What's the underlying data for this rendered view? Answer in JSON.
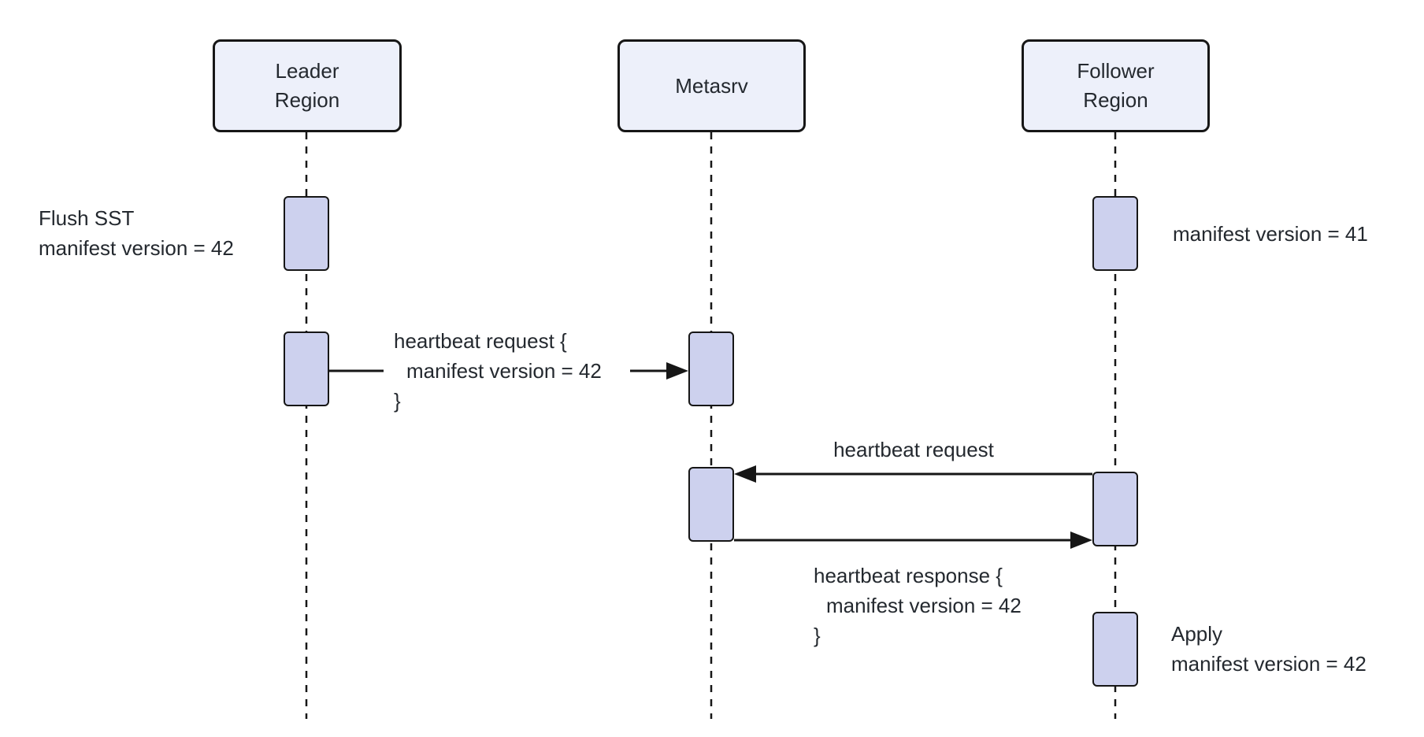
{
  "diagram_type": "sequence",
  "participants": [
    {
      "name": "Leader Region",
      "lines": [
        "Leader",
        "Region"
      ]
    },
    {
      "name": "Metasrv",
      "lines": [
        "Metasrv"
      ]
    },
    {
      "name": "Follower Region",
      "lines": [
        "Follower",
        "Region"
      ]
    }
  ],
  "annotations": {
    "leader_flush": {
      "lines": [
        "Flush SST",
        "manifest version = 42"
      ]
    },
    "follower_manifest": {
      "lines": [
        "manifest version = 41"
      ]
    },
    "follower_apply": {
      "lines": [
        "Apply",
        "manifest version = 42"
      ]
    }
  },
  "messages": {
    "leader_to_metasrv": {
      "from": "Leader Region",
      "to": "Metasrv",
      "lines": [
        "heartbeat request {",
        "manifest version = 42",
        "}"
      ]
    },
    "follower_to_metasrv": {
      "from": "Follower Region",
      "to": "Metasrv",
      "lines": [
        "heartbeat request"
      ]
    },
    "metasrv_to_follower": {
      "from": "Metasrv",
      "to": "Follower Region",
      "lines": [
        "heartbeat response {",
        "manifest version = 42",
        "}"
      ]
    }
  },
  "colors": {
    "background": "#ffffff",
    "actor_fill": "#edf0fa",
    "activation_fill": "#cdd1ee",
    "border": "#161616",
    "text": "#24292f"
  }
}
